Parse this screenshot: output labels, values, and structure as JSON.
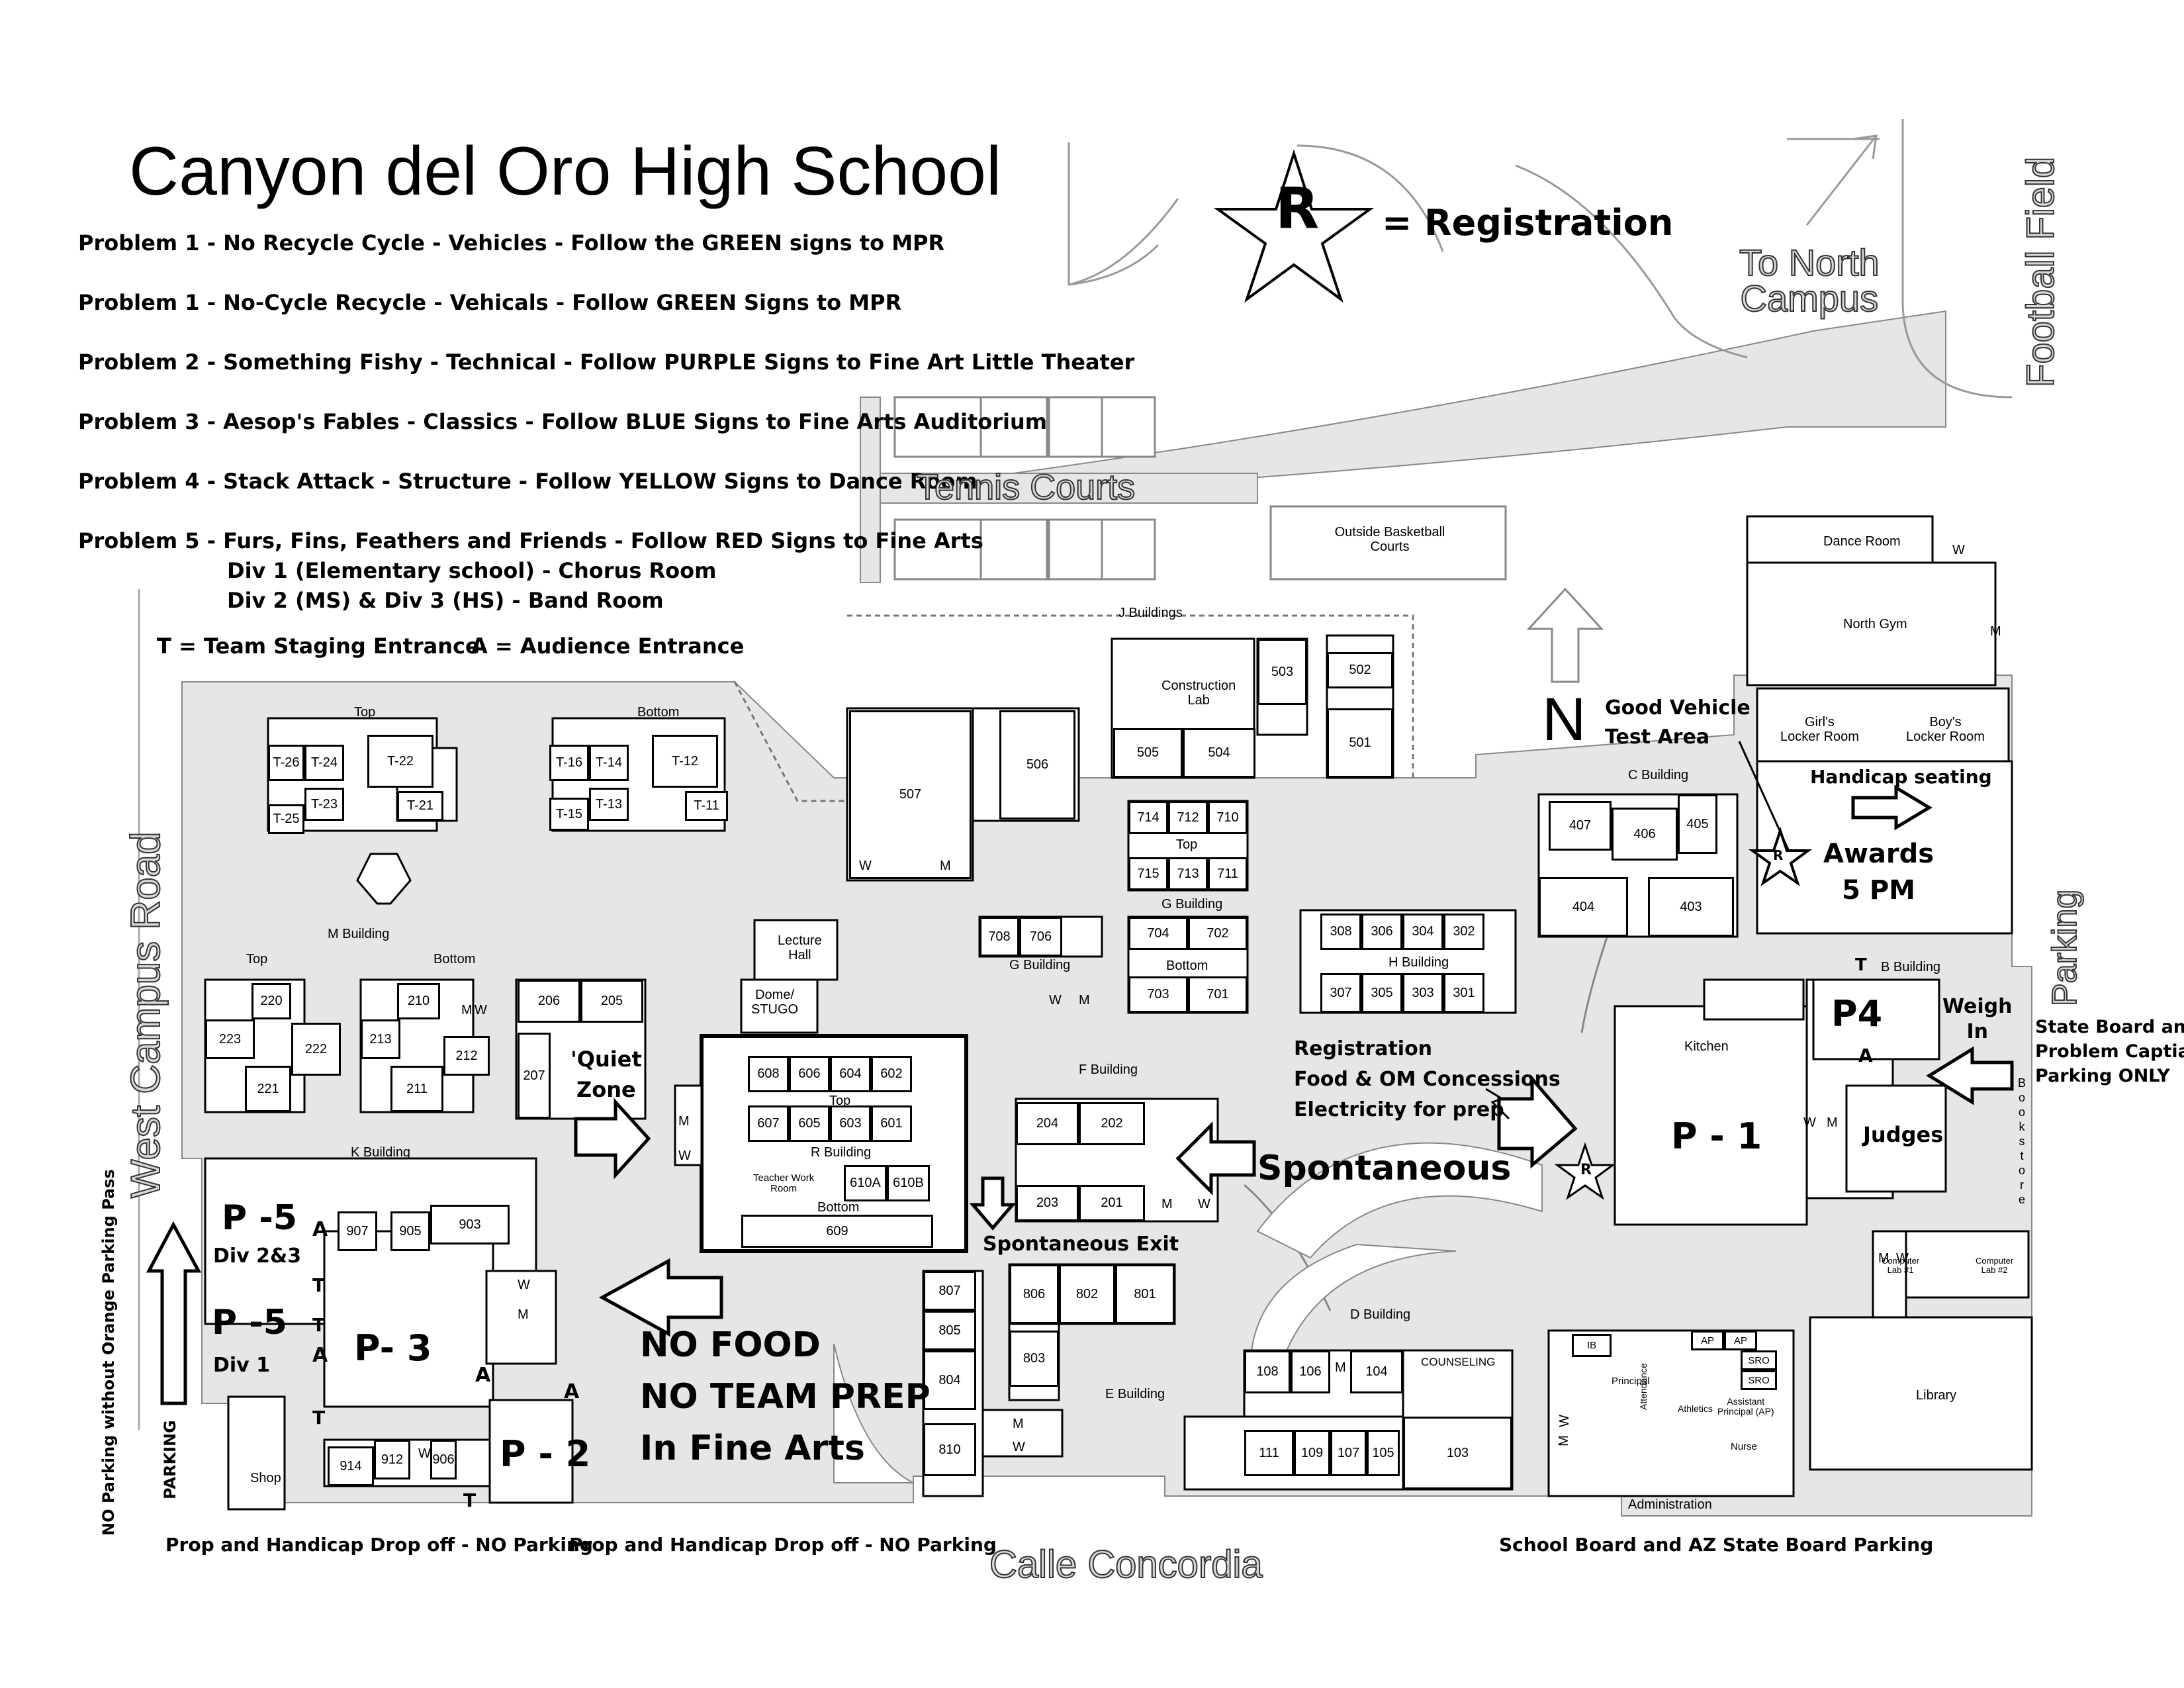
{
  "title": "Canyon del Oro High School",
  "legend": {
    "registration_symbol": "R",
    "registration_label": "= Registration",
    "problems": [
      "Problem 1 - No Recycle Cycle - Vehicles - Follow the GREEN signs to MPR",
      "Problem 1 - No-Cycle Recycle - Vehicals - Follow GREEN Signs to MPR",
      "Problem 2 - Something Fishy - Technical - Follow PURPLE Signs to Fine Art Little Theater",
      "Problem 3 - Aesop's Fables - Classics - Follow BLUE Signs to Fine Arts Auditorium",
      "Problem 4 - Stack Attack - Structure - Follow YELLOW Signs to Dance Room",
      "Problem 5 - Furs, Fins, Feathers and Friends - Follow RED Signs to Fine Arts"
    ],
    "div1": "Div 1 (Elementary school) - Chorus Room",
    "div23": "Div 2 (MS) & Div 3 (HS) - Band Room",
    "team_entrance": "T = Team Staging Entrance",
    "audience_entrance": "A = Audience Entrance"
  },
  "streets": {
    "west": "West Campus Road",
    "south": "Calle Concordia",
    "north_campus": [
      "To North",
      "Campus"
    ],
    "football": "Football Field",
    "tennis": "Tennis Courts",
    "parking_east": "Parking"
  },
  "buildings": {
    "outside_basketball": [
      "Outside Basketball",
      "Courts"
    ],
    "j_buildings": "J Buildings",
    "construction_lab": [
      "Construction",
      "Lab"
    ],
    "lecture_hall": [
      "Lecture",
      "Hall"
    ],
    "dome": [
      "Dome/",
      "STUGO"
    ],
    "m_building": "M Building",
    "k_building": "K Building",
    "r_building": "R Building",
    "f_building": "F Building",
    "g_building": "G Building",
    "h_building": "H Building",
    "c_building": "C Building",
    "b_building": "B Building",
    "d_building": "D Building",
    "e_building": "E Building",
    "kitchen": "Kitchen",
    "dance_room": "Dance Room",
    "north_gym": "North Gym",
    "girls_locker": [
      "Girl's",
      "Locker Room"
    ],
    "boys_locker": [
      "Boy's",
      "Locker Room"
    ],
    "library": "Library",
    "counseling": "COUNSELING",
    "administration": "Administration",
    "shop": "Shop",
    "teacher_work": [
      "Teacher Work",
      "Room"
    ],
    "principal": "Principal",
    "athletics": "Athletics",
    "asst_principal": [
      "Assistant",
      "Principal (AP)"
    ],
    "nurse": "Nurse",
    "attendance": "Attendance",
    "computer_lab1": [
      "Computer",
      "Lab #1"
    ],
    "computer_lab2": [
      "Computer",
      "Lab #2"
    ],
    "top": "Top",
    "bottom": "Bottom",
    "bookstore": [
      "B",
      "o",
      "o",
      "k",
      "s",
      "t",
      "o",
      "r",
      "e"
    ]
  },
  "rooms": {
    "t_top": [
      "T-26",
      "T-24",
      "T-22",
      "T-23",
      "T-21",
      "T-25"
    ],
    "t_bottom": [
      "T-16",
      "T-14",
      "T-12",
      "T-13",
      "T-11",
      "T-15"
    ],
    "j": [
      "507",
      "506",
      "505",
      "504",
      "503",
      "502",
      "501"
    ],
    "g_top": [
      "714",
      "712",
      "710",
      "715",
      "713",
      "711"
    ],
    "g_bottom": [
      "708",
      "706",
      "704",
      "702",
      "703",
      "701"
    ],
    "h": [
      "308",
      "306",
      "304",
      "302",
      "307",
      "305",
      "303",
      "301"
    ],
    "c": [
      "407",
      "406",
      "405",
      "404",
      "403"
    ],
    "m": [
      "220",
      "223",
      "222",
      "221",
      "210",
      "213",
      "212",
      "211"
    ],
    "r": [
      "608",
      "606",
      "604",
      "602",
      "607",
      "605",
      "603",
      "601",
      "610A",
      "610B",
      "609"
    ],
    "other": [
      "206",
      "205",
      "207"
    ],
    "f": [
      "204",
      "202",
      "203",
      "201"
    ],
    "k": [
      "907",
      "905",
      "903",
      "914",
      "912",
      "906"
    ],
    "e": [
      "807",
      "806",
      "802",
      "801",
      "805",
      "803",
      "804",
      "810"
    ],
    "d": [
      "108",
      "106",
      "104",
      "111",
      "109",
      "107",
      "105",
      "103"
    ],
    "admin_codes": [
      "IB",
      "AP",
      "AP",
      "SRO",
      "SRO"
    ]
  },
  "annotations": {
    "north": "N",
    "good_vehicle": [
      "Good Vehicle",
      "Test Area"
    ],
    "handicap": "Handicap seating",
    "awards": [
      "Awards",
      "5 PM"
    ],
    "p4": "P4",
    "weigh_in": [
      "Weigh",
      "In"
    ],
    "state_board": [
      "State Board and",
      "Problem Captian",
      "Parking ONLY"
    ],
    "registration_note": [
      "Registration",
      "Food & OM Concessions",
      "Electricity for prep"
    ],
    "spontaneous": "Spontaneous",
    "spontaneous_exit": "Spontaneous Exit",
    "quiet": [
      "'Quiet",
      "Zone"
    ],
    "p1": "P - 1",
    "judges": "Judges",
    "p2": "P - 2",
    "p3": "P- 3",
    "p5a": "P -5",
    "div23_short": "Div 2&3",
    "p5b": "P -5",
    "div1_short": "Div 1",
    "no_food": [
      "NO FOOD",
      "NO TEAM PREP",
      "In Fine Arts"
    ],
    "parking_west": "PARKING",
    "no_parking_pass": "NO Parking without Orange Parking Pass",
    "drop_off_1": "Prop and Handicap Drop off - NO Parking",
    "drop_off_2": "Prop and Handicap Drop off - NO Parking",
    "school_board_parking": "School Board and AZ State Board Parking"
  },
  "markers": {
    "team": "T",
    "audience": "A",
    "men": "M",
    "women": "W",
    "reg": "R"
  }
}
